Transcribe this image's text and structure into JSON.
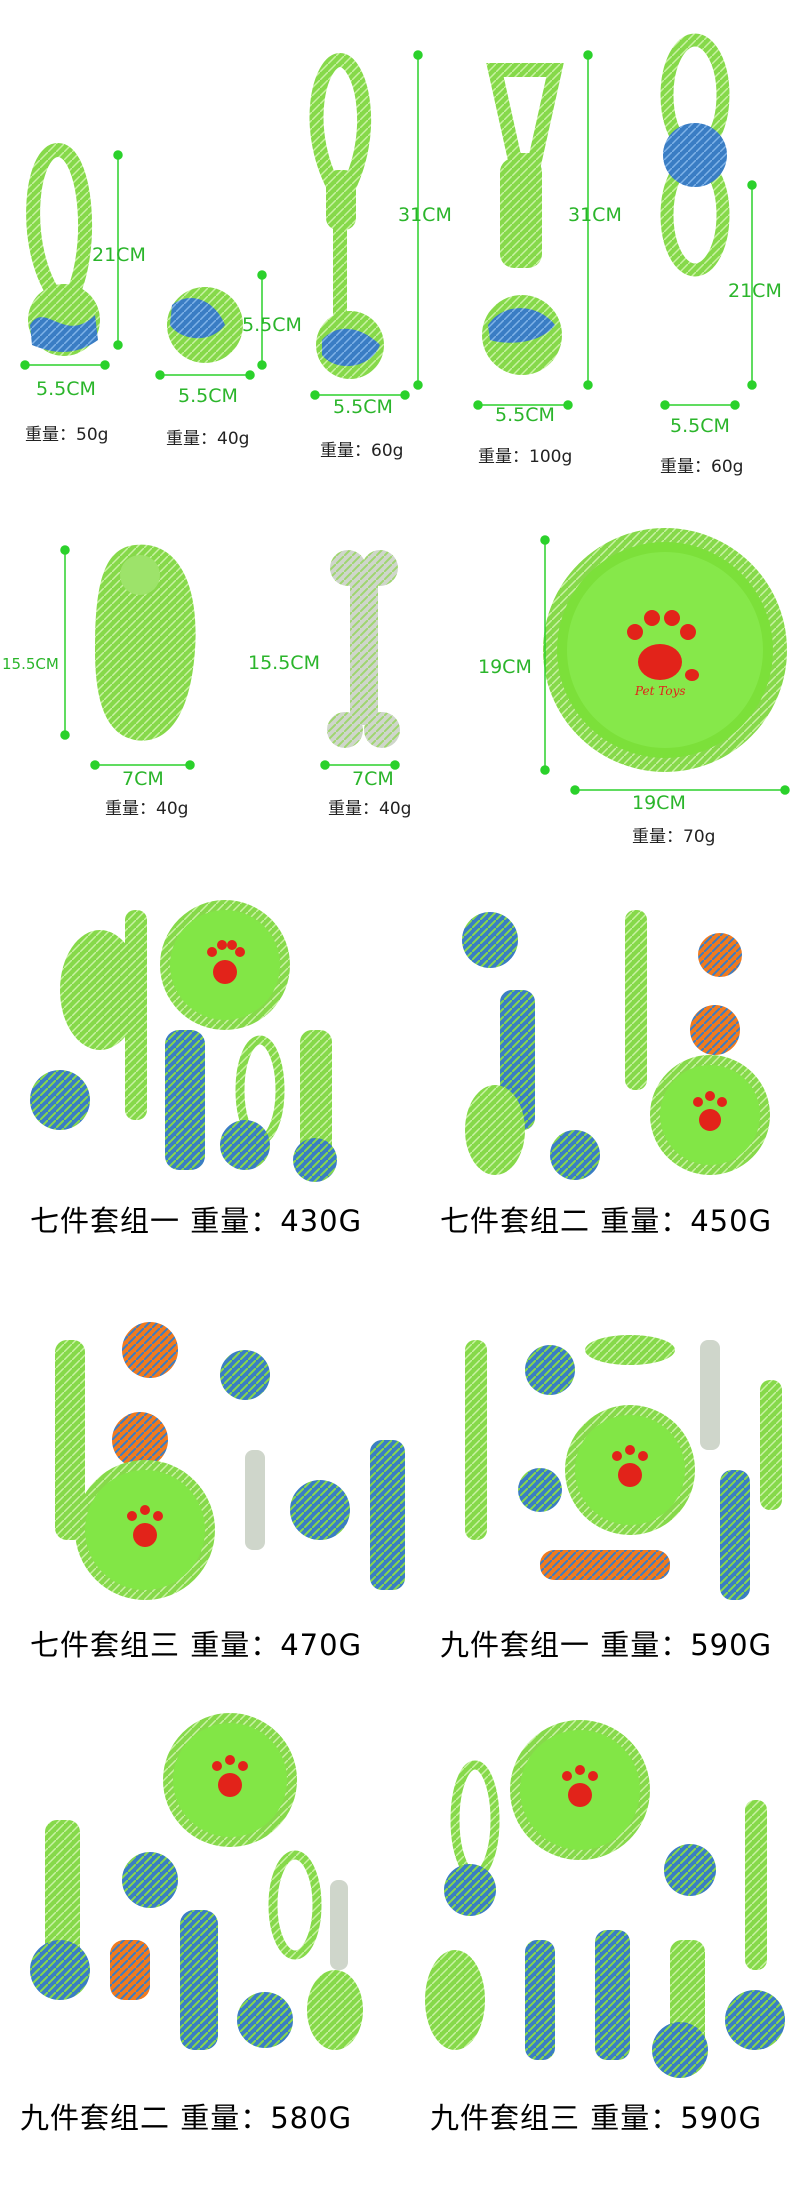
{
  "colors": {
    "rope_green": "#86d94a",
    "rope_green_dark": "#5cb52e",
    "ball_blue": "#3a7dc4",
    "measure_green": "#2bd12b",
    "paw_red": "#e2231a",
    "accent_orange": "#f07a1e",
    "accent_gray": "#c9cfc7"
  },
  "measurements": {
    "row1": [
      {
        "width": "5.5CM",
        "height": "21CM",
        "weight": "重量：50g"
      },
      {
        "width": "5.5CM",
        "height": "5.5CM",
        "weight": "重量：40g"
      },
      {
        "width": "5.5CM",
        "height": "31CM",
        "weight": "重量：60g"
      },
      {
        "width": "5.5CM",
        "height": "31CM",
        "weight": "重量：100g"
      },
      {
        "width": "5.5CM",
        "height": "21CM",
        "weight": "重量：60g"
      }
    ],
    "row2": [
      {
        "width": "7CM",
        "height": "15.5CM",
        "weight": "重量：40g"
      },
      {
        "width": "7CM",
        "height": "15.5CM",
        "weight": "重量：40g"
      },
      {
        "width": "19CM",
        "height": "19CM",
        "weight": "重量：70g"
      }
    ]
  },
  "frisbee_text": "Pet Toys",
  "sets": [
    {
      "caption": "七件套组一  重量：430G"
    },
    {
      "caption": "七件套组二  重量：450G"
    },
    {
      "caption": "七件套组三  重量：470G"
    },
    {
      "caption": "九件套组一 重量：590G"
    },
    {
      "caption": "九件套组二  重量：580G"
    },
    {
      "caption": "九件套组三  重量：590G"
    }
  ]
}
